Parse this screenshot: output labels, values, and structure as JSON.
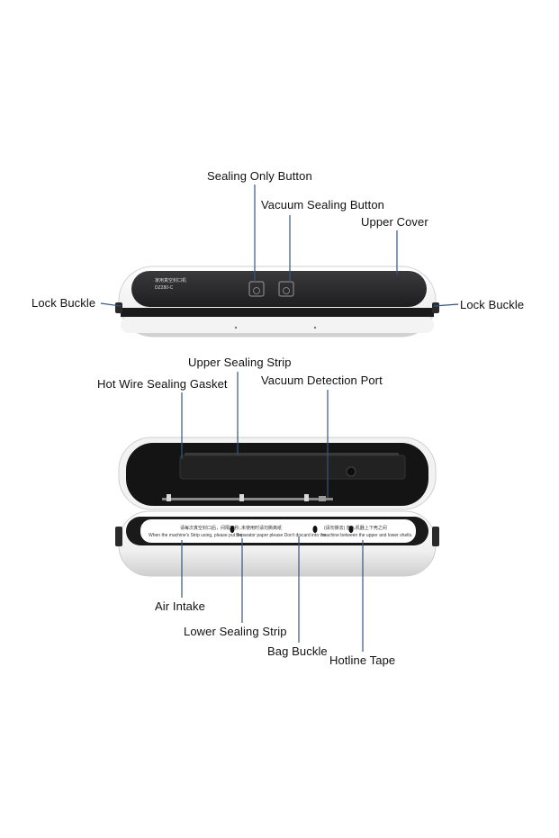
{
  "labels": {
    "sealing_only_button": "Sealing Only Button",
    "vacuum_sealing_button": "Vacuum Sealing Button",
    "upper_cover": "Upper Cover",
    "lock_buckle_left": "Lock Buckle",
    "lock_buckle_right": "Lock Buckle",
    "upper_sealing_strip": "Upper Sealing Strip",
    "hot_wire_sealing_gasket": "Hot Wire Sealing Gasket",
    "vacuum_detection_port": "Vacuum Detection Port",
    "air_intake": "Air Intake",
    "lower_sealing_strip": "Lower Sealing Strip",
    "bag_buckle": "Bag Buckle",
    "hotline_tape": "Hotline Tape"
  },
  "device_text": {
    "panel_cn": "家用真空封口机",
    "model": "DZ280-C",
    "instructions": [
      "请每次真空封口后，间隔20秒。",
      "When the machine's Strip using, please put the",
      "未使用时请勿撕离纸",
      "Separator paper please Don't discard into the",
      "(请勿撕去) 放入机器上下壳之间",
      "machine between the upper and lower shells."
    ]
  },
  "colors": {
    "panel": "#2c2c2e",
    "body": "#f4f4f4",
    "leader": "#35557f"
  }
}
